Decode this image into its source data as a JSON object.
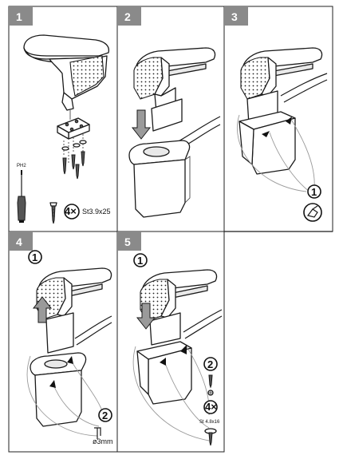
{
  "steps": [
    {
      "number": "1"
    },
    {
      "number": "2"
    },
    {
      "number": "3"
    },
    {
      "number": "4"
    },
    {
      "number": "5"
    }
  ],
  "step1": {
    "screwdriver_label": "PH2",
    "multiplier": "4×",
    "screw_spec": "St3.9x25"
  },
  "step3": {
    "callout": "1"
  },
  "step4": {
    "callout_top": "1",
    "callout_bottom": "2",
    "drill_size": "ø3mm"
  },
  "step5": {
    "callout_top": "1",
    "callout_bottom": "2",
    "multiplier": "4×",
    "screw_spec": "St 4.8x16"
  },
  "colors": {
    "badge": "#8a8a8a",
    "ink": "#1a1a1a",
    "pad_grey": "#e9e9e9"
  }
}
